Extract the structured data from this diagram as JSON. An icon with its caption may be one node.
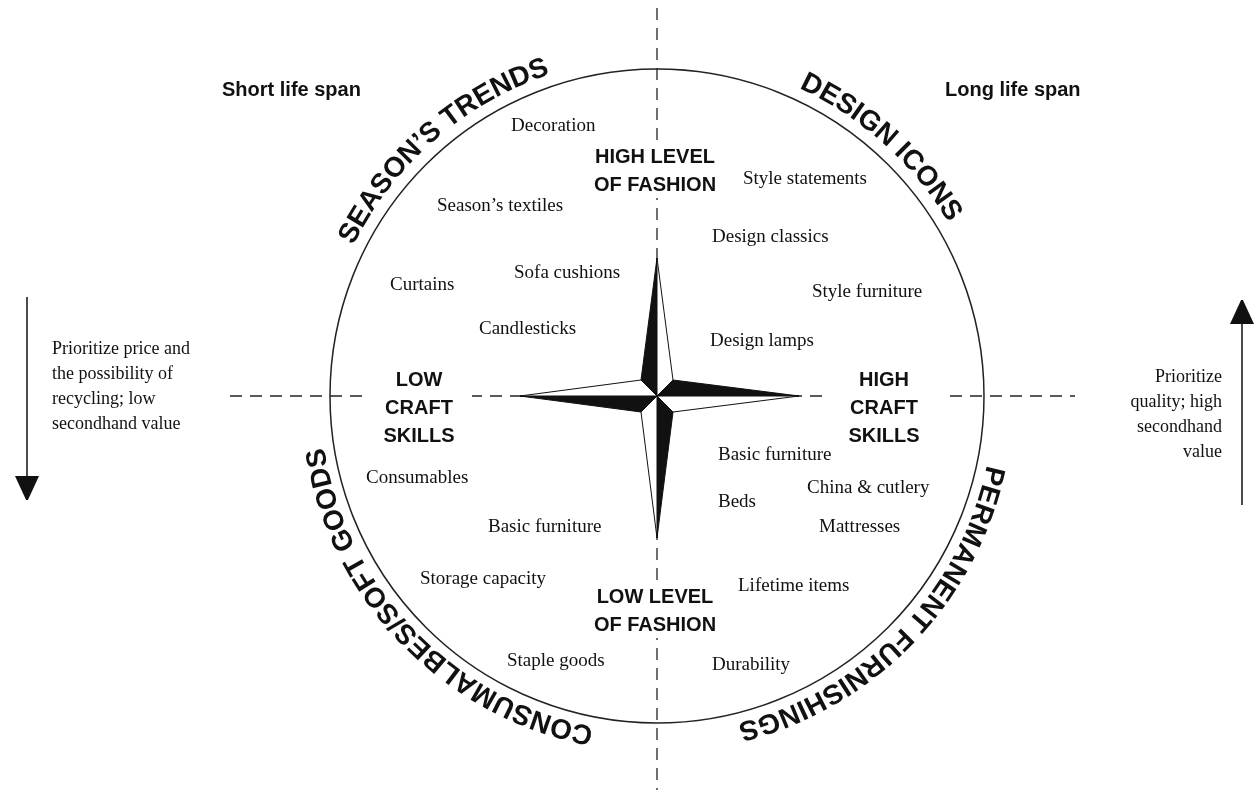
{
  "diagram": {
    "labels": [
      "Short life span",
      "SEASON’S TRENDS",
      "DESIGN ICONS",
      "Long life span",
      "Decoration",
      "HIGH LEVEL OF FASHION",
      "Style statements",
      "Season’s textiles",
      "Design classics",
      "Curtains",
      "Sofa cushions",
      "Style furniture",
      "Candlesticks",
      "Design lamps",
      "Prioritize price and the possibility of recycling; low secondhand value",
      "LOW CRAFT SKILLS",
      "HIGH CRAFT SKILLS",
      "Prioritize quality; high secondhand value",
      "Basic furniture",
      "Consumables",
      "Beds",
      "China & cutlery",
      "Basic furniture",
      "Mattresses",
      "Storage capacity",
      "LOW LEVEL OF FASHION",
      "Lifetime items",
      "Staple goods",
      "Durability",
      "CONSUMALBES/SOFT GOODS",
      "PERMANENT FURNISHINGS"
    ]
  }
}
